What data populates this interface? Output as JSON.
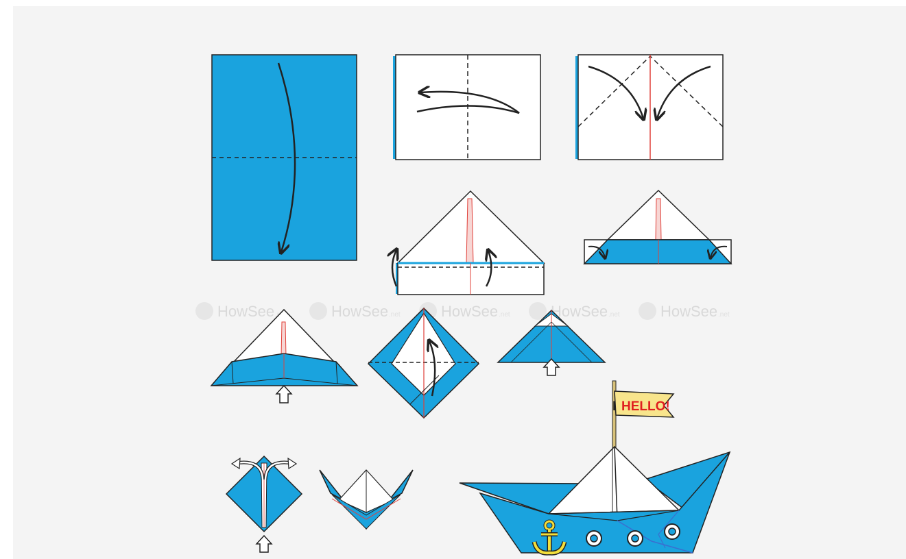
{
  "colors": {
    "paper_blue": "#1aa3de",
    "paper_white": "#ffffff",
    "outline": "#222222",
    "crease_red": "#e0403a",
    "flag_yellow": "#f8e58c",
    "flag_text_red": "#e02020",
    "anchor_yellow": "#f3df3a",
    "background": "#f4f4f4"
  },
  "watermark": {
    "text": "HowSee",
    "suffix": ".net"
  },
  "flag": {
    "letter": "I",
    "text": "HELLO!"
  },
  "steps": [
    {
      "id": 1,
      "icons": [
        "fold-arrow-icon"
      ]
    },
    {
      "id": 2,
      "icons": [
        "fold-arrow-icon"
      ]
    },
    {
      "id": 3,
      "icons": [
        "fold-arrow-icon",
        "fold-arrow-icon"
      ]
    },
    {
      "id": 4,
      "icons": [
        "fold-up-arrow-icon",
        "fold-up-arrow-icon"
      ]
    },
    {
      "id": 5,
      "icons": [
        "tuck-arrow-icon",
        "tuck-arrow-icon"
      ]
    },
    {
      "id": 6,
      "icons": [
        "push-arrow-icon"
      ]
    },
    {
      "id": 7,
      "icons": [
        "fold-arrow-icon"
      ]
    },
    {
      "id": 8,
      "icons": [
        "push-arrow-icon"
      ]
    },
    {
      "id": 9,
      "icons": [
        "pull-apart-arrow-icon",
        "push-arrow-icon"
      ]
    },
    {
      "id": 10,
      "icons": []
    },
    {
      "id": 11,
      "icons": [
        "anchor-icon",
        "porthole-icon",
        "porthole-icon",
        "porthole-icon",
        "flag-icon"
      ]
    }
  ]
}
